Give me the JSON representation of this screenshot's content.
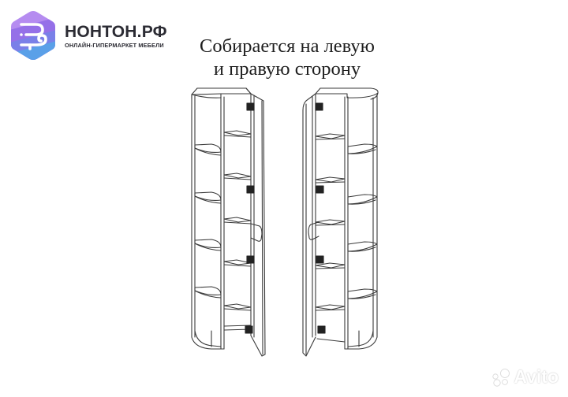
{
  "brand": {
    "name": "НОНТОН.РФ",
    "tagline": "ОНЛАЙН-ГИПЕРМАРКЕТ МЕБЕЛИ",
    "icon": "hexagon-logo-icon",
    "colors": {
      "hex_top": "#b58cf0",
      "hex_mid": "#8f6ae6",
      "hex_low": "#6f86e6",
      "hex_bottom": "#58a2e8",
      "text": "#2b2b33"
    }
  },
  "caption": {
    "line1": "Собирается на левую",
    "line2": "и правую сторону"
  },
  "illustration": {
    "description": "Two corner pen cabinets with rounded open shelves, shown assembled for left-hand and right-hand orientation, doors open",
    "left_cabinet": {
      "orientation": "left",
      "open_shelves": 5,
      "inner_shelves": 5,
      "hinges": 4
    },
    "right_cabinet": {
      "orientation": "right",
      "open_shelves": 5,
      "inner_shelves": 5,
      "hinges": 4
    },
    "line_color": "#3a3a3a"
  },
  "watermark": {
    "text": "Avito",
    "icon": "avito-dots-icon"
  }
}
